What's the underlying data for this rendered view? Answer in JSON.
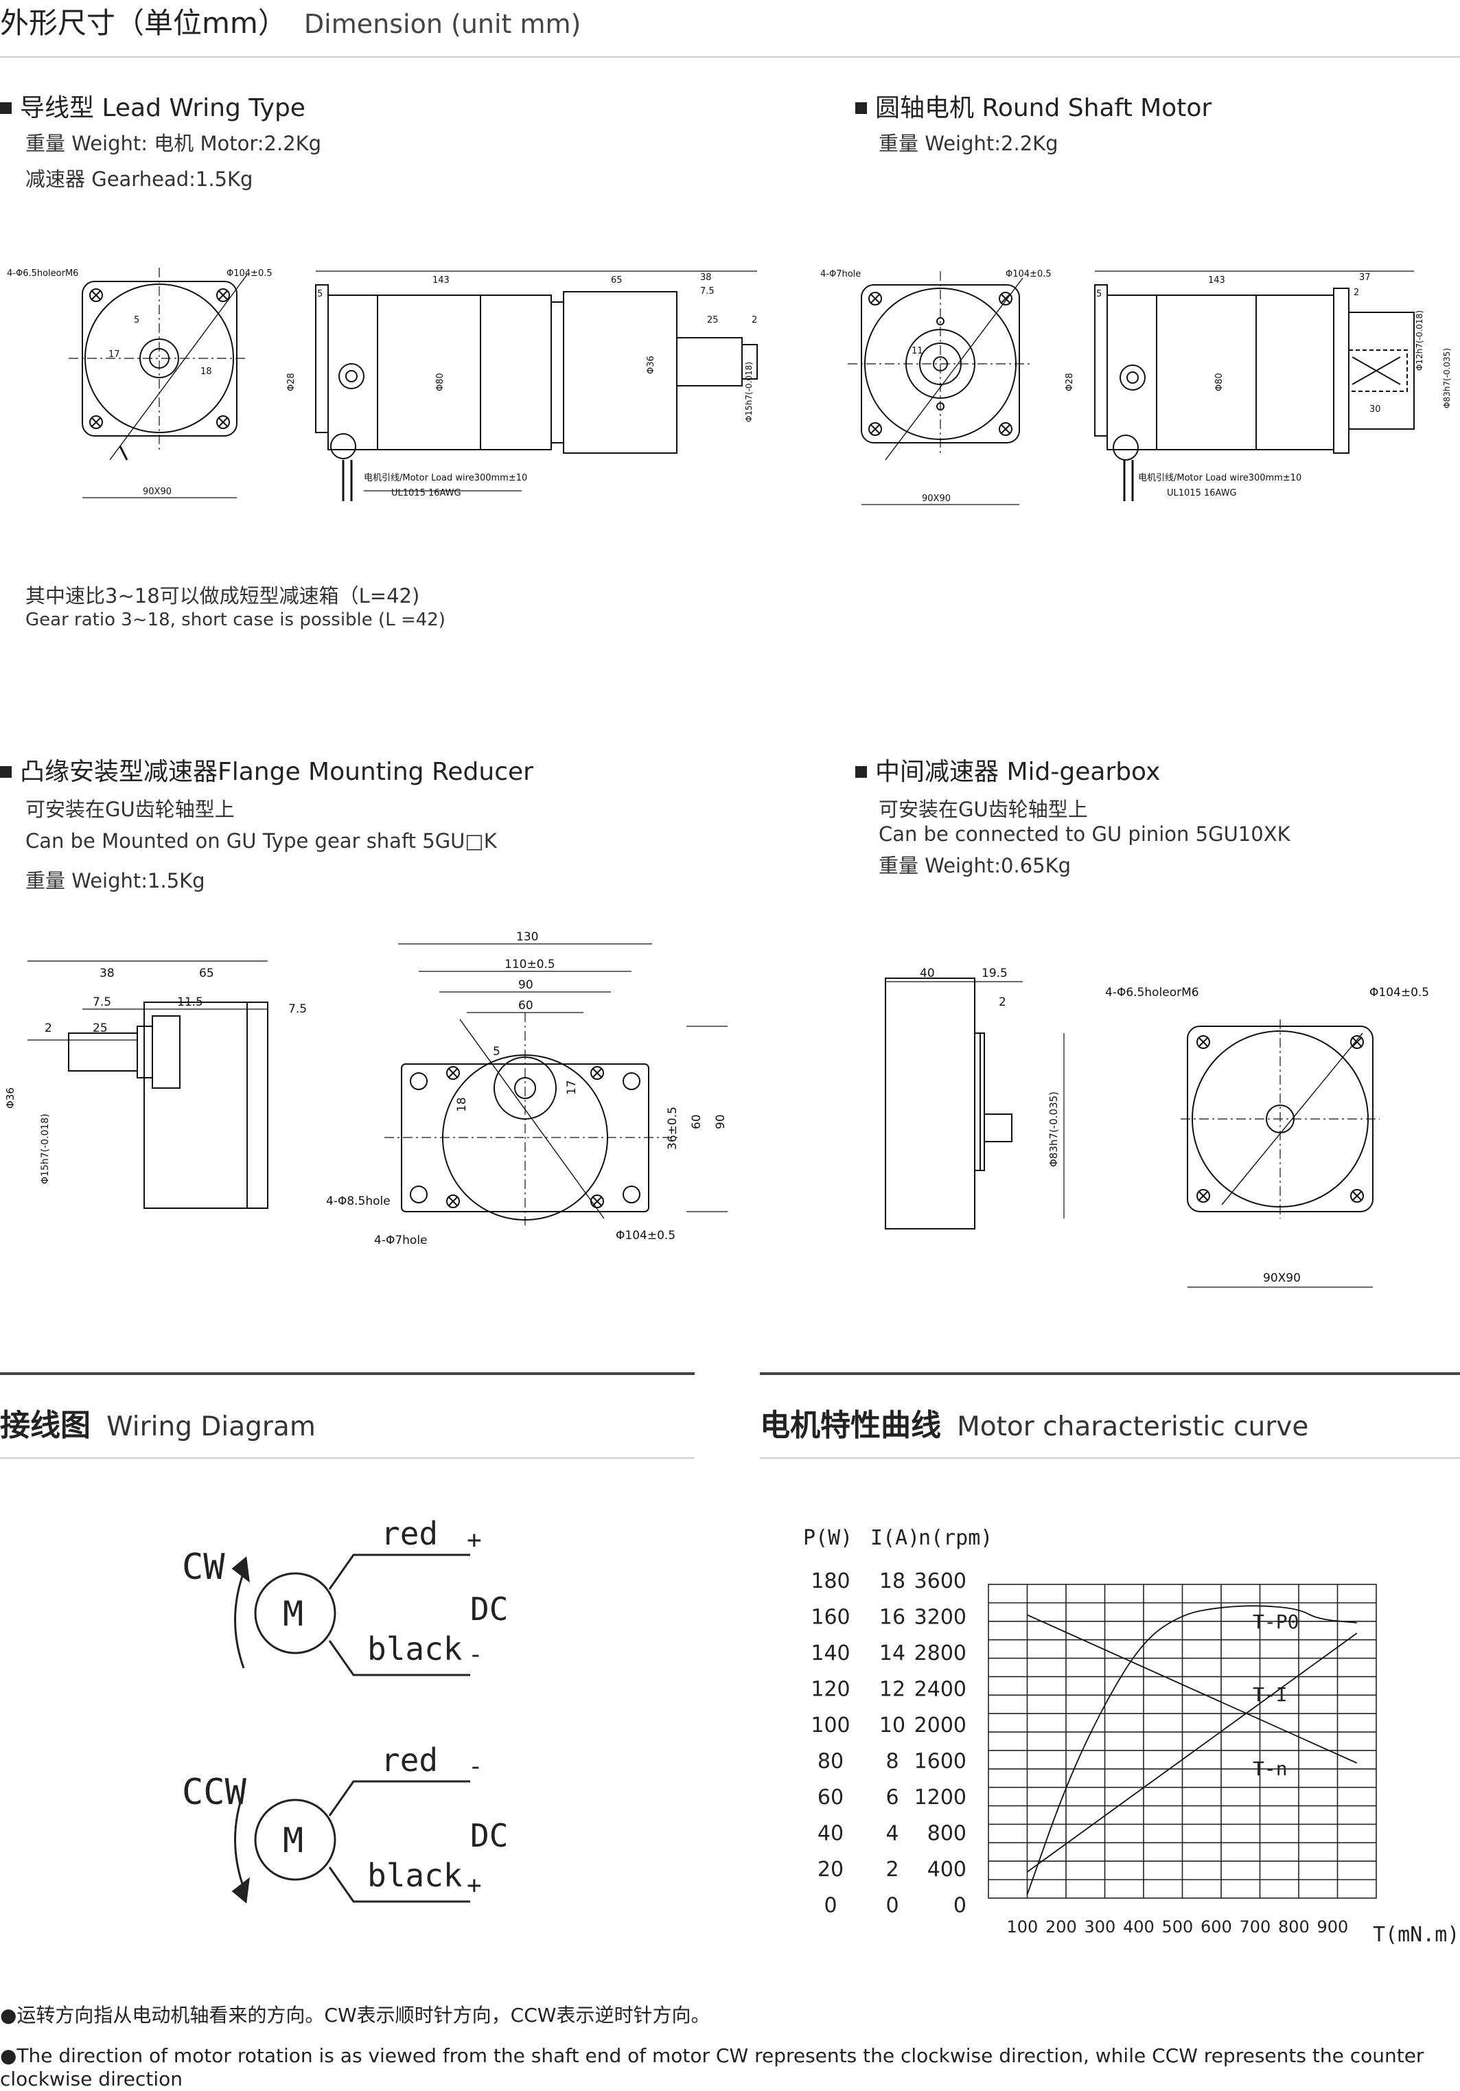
{
  "header": {
    "title_cn": "外形尺寸（单位mm）",
    "title_en": "Dimension (unit mm)"
  },
  "lead_wiring": {
    "title": "导线型 Lead Wring Type",
    "weight_motor": "重量 Weight:  电机 Motor:2.2Kg",
    "weight_gear": "减速器 Gearhead:1.5Kg",
    "dims": {
      "holes": "4-Φ6.5holeorM6",
      "flange": "Φ104±0.5",
      "len143": "143",
      "len65": "65",
      "len38": "38",
      "len7_5": "7.5",
      "len25": "25",
      "len2": "2",
      "len5": "5",
      "d17": "17",
      "d18": "18",
      "d5": "5",
      "size": "90X90",
      "d28": "Φ28",
      "d80": "Φ80",
      "d36": "Φ36",
      "d15": "Φ15h7(-0.018)",
      "wire": "电机引线/Motor Load wire300mm±10",
      "ul": "UL1015 16AWG"
    },
    "note_cn": "其中速比3~18可以做成短型减速箱（L=42)",
    "note_en": "Gear ratio 3~18, short case is possible (L =42)"
  },
  "round_shaft": {
    "title": "圆轴电机 Round Shaft Motor",
    "weight": "重量 Weight:2.2Kg",
    "dims": {
      "holes": "4-Φ7hole",
      "flange": "Φ104±0.5",
      "len143": "143",
      "len37": "37",
      "len2": "2",
      "len5": "5",
      "d11": "11",
      "size": "90X90",
      "d28": "Φ28",
      "d80": "Φ80",
      "d12": "Φ12h7(-0.018)",
      "d83": "Φ83h7(-0.035)",
      "len30": "30",
      "wire": "电机引线/Motor Load wire300mm±10",
      "ul": "UL1015 16AWG"
    }
  },
  "flange": {
    "title": "凸缘安装型减速器Flange Mounting Reducer",
    "line1": "可安装在GU齿轮轴型上",
    "line2": "Can be Mounted on GU Type gear shaft 5GU□K",
    "weight": "重量 Weight:1.5Kg",
    "dims": {
      "len38": "38",
      "len65": "65",
      "len7_5a": "7.5",
      "len11_5": "11.5",
      "len7_5b": "7.5",
      "len2": "2",
      "len25": "25",
      "d36": "Φ36",
      "d15": "Φ15h7(-0.018)",
      "w130": "130",
      "w110": "110±0.5",
      "w90": "90",
      "w60": "60",
      "d5": "5",
      "d18": "18",
      "d17": "17",
      "h36": "36±0.5",
      "h60": "60",
      "h90": "90",
      "hole85": "4-Φ8.5hole",
      "hole7": "4-Φ7hole",
      "flange": "Φ104±0.5"
    }
  },
  "mid_gearbox": {
    "title": "中间减速器 Mid-gearbox",
    "line1": "可安装在GU齿轮轴型上",
    "line2": "Can be connected to GU pinion 5GU10XK",
    "weight": "重量 Weight:0.65Kg",
    "dims": {
      "len40": "40",
      "len19_5": "19.5",
      "len2": "2",
      "d83": "Φ83h7(-0.035)",
      "holes": "4-Φ6.5holeorM6",
      "flange": "Φ104±0.5",
      "size": "90X90"
    }
  },
  "wiring": {
    "title_cn": "接线图",
    "title_en": "Wiring Diagram",
    "cw": {
      "dir": "CW",
      "motor": "M",
      "red": "red",
      "black": "black",
      "top_sign": "+",
      "bot_sign": "-",
      "dc": "DC"
    },
    "ccw": {
      "dir": "CCW",
      "motor": "M",
      "red": "red",
      "black": "black",
      "top_sign": "-",
      "bot_sign": "+",
      "dc": "DC"
    }
  },
  "curve": {
    "title_cn": "电机特性曲线",
    "title_en": "Motor characteristic curve",
    "hdr_p": "P(W)",
    "hdr_i": "I(A)",
    "hdr_n": "n(rpm)",
    "x_label": "T(mN.m)",
    "label_p": "T-P0",
    "label_i": "T-I",
    "label_n": "T-n"
  },
  "chart_data": {
    "type": "line",
    "title": "",
    "xlabel": "T(mN.m)",
    "ylabel": "P(W) / I(A) / n(rpm)",
    "x_ticks": [
      "100",
      "200",
      "300",
      "400",
      "500",
      "600",
      "700",
      "800",
      "900"
    ],
    "y_ticks_p": [
      "180",
      "160",
      "140",
      "120",
      "100",
      "80",
      "60",
      "40",
      "20",
      "0"
    ],
    "y_ticks_i": [
      "18",
      "16",
      "14",
      "12",
      "10",
      "8",
      "6",
      "4",
      "2",
      "0"
    ],
    "y_ticks_n": [
      "3600",
      "3200",
      "2800",
      "2400",
      "2000",
      "1600",
      "1200",
      "800",
      "400",
      "0"
    ],
    "xlim": [
      0,
      1000
    ],
    "ylim_n": [
      0,
      3600
    ],
    "series": [
      {
        "name": "T-n",
        "unit": "rpm",
        "x": [
          100,
          950
        ],
        "y": [
          3250,
          1550
        ]
      },
      {
        "name": "T-I",
        "unit": "A",
        "x": [
          100,
          950
        ],
        "y": [
          1.5,
          15.2
        ]
      },
      {
        "name": "T-P0",
        "unit": "W",
        "x": [
          100,
          200,
          300,
          400,
          500,
          600,
          700,
          800,
          850,
          950
        ],
        "y": [
          2,
          65,
          112,
          148,
          163,
          167,
          168,
          166,
          160,
          158
        ]
      }
    ]
  },
  "footer": {
    "note_cn": "●运转方向指从电动机轴看来的方向。CW表示顺时针方向，CCW表示逆时针方向。",
    "note_en": "●The direction of motor rotation is as viewed from the shaft end of motor CW represents the clockwise direction, while CCW represents the counter clockwise direction"
  }
}
